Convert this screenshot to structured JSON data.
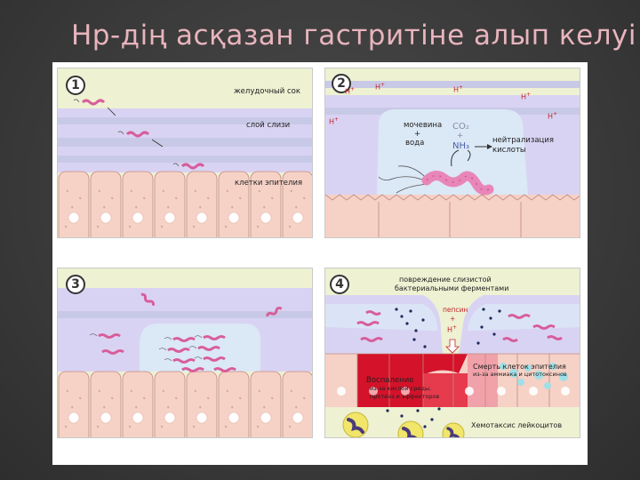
{
  "title": "Нр-дің асқазан гастритіне алып келуі",
  "panels": [
    {
      "number": "1",
      "labels": {
        "gastric_juice": "желудочный сок",
        "mucus_layer": "слой слизи",
        "epithelium": "клетки эпителия"
      }
    },
    {
      "number": "2",
      "h_plus": "H",
      "labels": {
        "urea": "мочевина",
        "plus1": "+",
        "water": "вода",
        "co2": "CO₂",
        "plus2": "+",
        "nh3": "NH₃",
        "neutralization": "нейтрализация",
        "acid": "кислоты"
      }
    },
    {
      "number": "3"
    },
    {
      "number": "4",
      "labels": {
        "damage_line1": "повреждение слизистой",
        "damage_line2": "бактериальными ферментами",
        "pepsin": "пепсин",
        "plus": "+",
        "h": "H",
        "inflammation": "Воспаление",
        "infl_line2": "из-за кислой среды,",
        "infl_line3": "протеаз и эффекторов",
        "cell_death": "Смерть клеток эпителия",
        "death_line2": "из-за аммиака и цитотоксинов",
        "chemotaxis": "Хемотаксис лейкоцитов"
      }
    }
  ],
  "colors": {
    "title": "#e8b4bd",
    "gastric_juice": "#eef1d2",
    "mucus": "#d9d3f3",
    "mucus_stripe": "#c8c9e6",
    "cell_fill": "#f6d1c6",
    "cell_stroke": "#c08a80",
    "bacterium": "#d85d9b",
    "inflamed": "#d4122a",
    "h_plus": "#c0262d",
    "leukocyte": "#f1e56a"
  }
}
